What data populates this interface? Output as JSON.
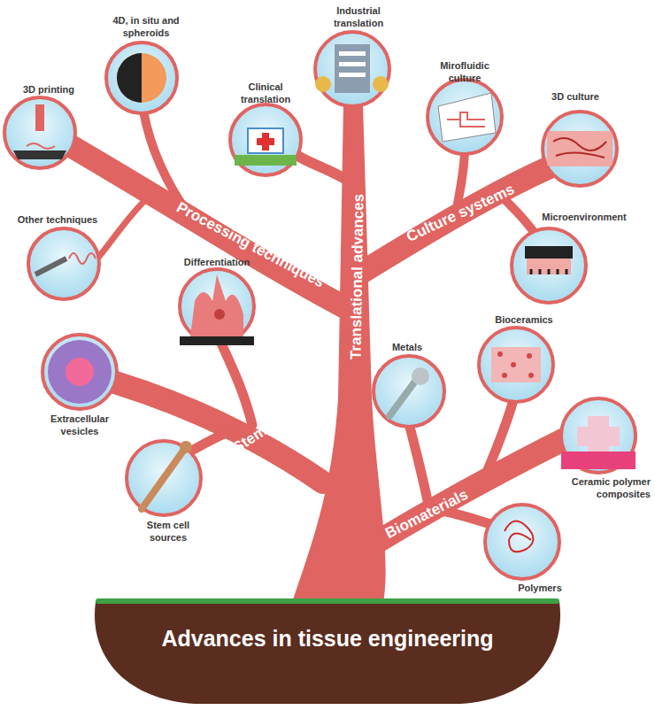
{
  "diagram": {
    "nodes": [
      {
        "text": [
          "Industrial translation"
        ]
      },
      {
        "text": [
          "4D, in situ and spheroids"
        ]
      },
      {
        "text": [
          "Clinical translation"
        ]
      },
      {
        "text": [
          "Mirofluidic culture"
        ]
      },
      {
        "text": [
          "3D printing"
        ]
      },
      {
        "text": [
          "3D culture"
        ]
      },
      {
        "text": [
          "Other techniques"
        ]
      },
      {
        "text": [
          "Microenvironment"
        ]
      },
      {
        "text": [
          "Differentiation"
        ]
      },
      {
        "text": [
          "Bioceramics"
        ]
      },
      {
        "text": [
          "Metals"
        ]
      },
      {
        "text": [
          "Extracellular vesicles"
        ]
      },
      {
        "text": [
          "Ceramic polymer composites"
        ]
      },
      {
        "text": [
          "Stem cell sources"
        ]
      },
      {
        "text": [
          "Polymers"
        ]
      },
      {
        "text": [
          "Advances in tissue engineering"
        ]
      }
    ],
    "labels": [
      "Processing techniques",
      "Translational advances",
      "Culture systems",
      "Stem cells",
      "Biomaterials"
    ]
  }
}
